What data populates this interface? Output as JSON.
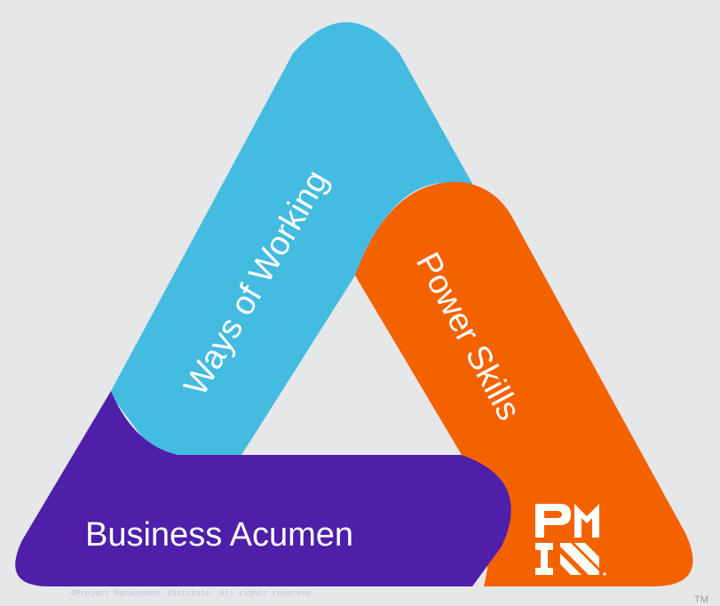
{
  "diagram": {
    "segments": [
      {
        "id": "ways",
        "label": "Ways of Working",
        "color": "#44bbe0"
      },
      {
        "id": "power",
        "label": "Power Skills",
        "color": "#f46200"
      },
      {
        "id": "business",
        "label": "Business Acumen",
        "color": "#4e1fa8"
      }
    ],
    "copyright": "©Project Management Institute. All rights reserved.",
    "trademark": "TM",
    "logo": {
      "text": "PMI",
      "color": "#ffffff"
    },
    "background_color": "#e6e7e9",
    "inner_color": "#e6e7e9"
  }
}
